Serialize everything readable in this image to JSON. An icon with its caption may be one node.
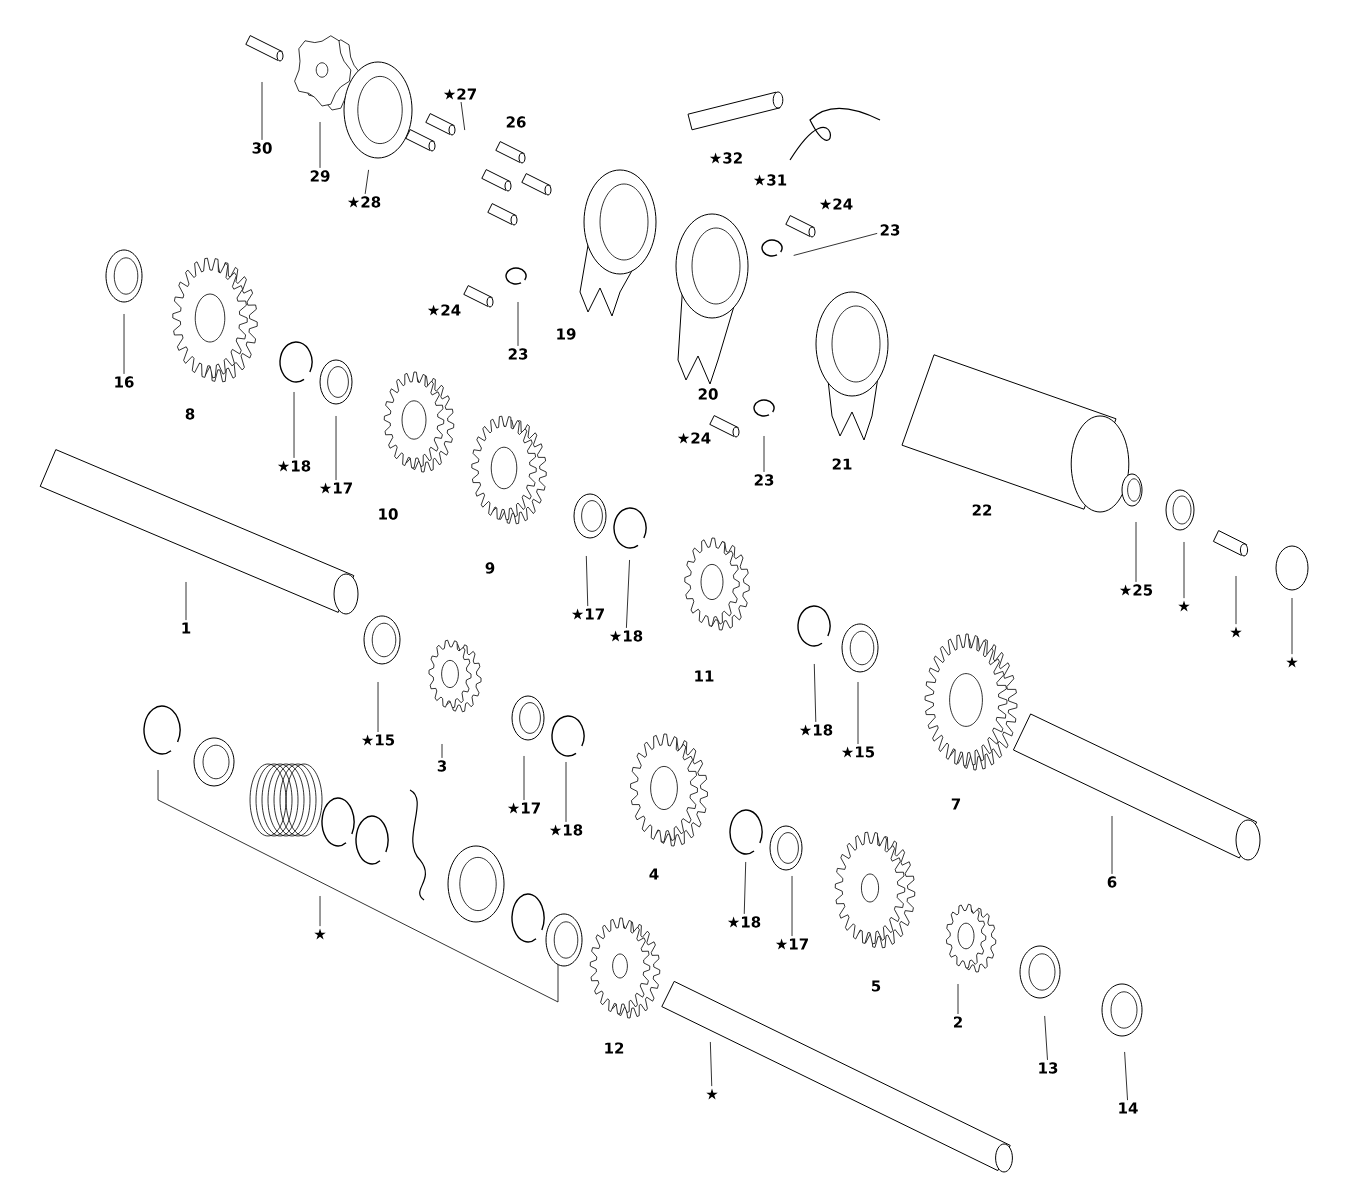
{
  "diagram": {
    "nodes": [
      {
        "text": [
          "★27"
        ]
      },
      {
        "text": [
          "30"
        ]
      },
      {
        "text": [
          "29"
        ]
      },
      {
        "text": [
          "★28"
        ]
      },
      {
        "text": [
          "23"
        ]
      },
      {
        "text": [
          "16"
        ]
      },
      {
        "text": [
          "23"
        ]
      },
      {
        "text": [
          "★18"
        ]
      },
      {
        "text": [
          "★17"
        ]
      },
      {
        "text": [
          "23"
        ]
      },
      {
        "text": [
          "★25"
        ]
      },
      {
        "text": [
          "★"
        ]
      },
      {
        "text": [
          "★17"
        ]
      },
      {
        "text": [
          "1"
        ]
      },
      {
        "text": [
          "★18"
        ]
      },
      {
        "text": [
          "★"
        ]
      },
      {
        "text": [
          "★"
        ]
      },
      {
        "text": [
          "★15"
        ]
      },
      {
        "text": [
          "3"
        ]
      },
      {
        "text": [
          "★17"
        ]
      },
      {
        "text": [
          "★18"
        ]
      },
      {
        "text": [
          "★18"
        ]
      },
      {
        "text": [
          "★15"
        ]
      },
      {
        "text": [
          "6"
        ]
      },
      {
        "text": [
          "★"
        ]
      },
      {
        "text": [
          "★18"
        ]
      },
      {
        "text": [
          "★17"
        ]
      },
      {
        "text": [
          "2"
        ]
      },
      {
        "text": [
          "13"
        ]
      },
      {
        "text": [
          "★"
        ]
      },
      {
        "text": [
          "14"
        ]
      }
    ],
    "edges": [
      {
        "from": 0,
        "to": null,
        "arrow": "none"
      },
      {
        "from": 1,
        "to": null,
        "arrow": "none"
      },
      {
        "from": 2,
        "to": null,
        "arrow": "none"
      },
      {
        "from": 3,
        "to": null,
        "arrow": "none"
      },
      {
        "from": 4,
        "to": null,
        "arrow": "none"
      },
      {
        "from": 5,
        "to": null,
        "arrow": "none"
      },
      {
        "from": 6,
        "to": null,
        "arrow": "none"
      },
      {
        "from": 7,
        "to": null,
        "arrow": "none"
      },
      {
        "from": 8,
        "to": null,
        "arrow": "none"
      },
      {
        "from": 9,
        "to": null,
        "arrow": "none"
      },
      {
        "from": 10,
        "to": null,
        "arrow": "none"
      },
      {
        "from": 11,
        "to": null,
        "arrow": "none"
      },
      {
        "from": 12,
        "to": null,
        "arrow": "none"
      },
      {
        "from": 13,
        "to": null,
        "arrow": "none"
      },
      {
        "from": 14,
        "to": null,
        "arrow": "none"
      },
      {
        "from": 15,
        "to": null,
        "arrow": "none"
      },
      {
        "from": 16,
        "to": null,
        "arrow": "none"
      },
      {
        "from": 17,
        "to": null,
        "arrow": "none"
      },
      {
        "from": 18,
        "to": null,
        "arrow": "none"
      },
      {
        "from": 19,
        "to": null,
        "arrow": "none"
      },
      {
        "from": 20,
        "to": null,
        "arrow": "none"
      },
      {
        "from": 21,
        "to": null,
        "arrow": "none"
      },
      {
        "from": 22,
        "to": null,
        "arrow": "none"
      },
      {
        "from": 23,
        "to": null,
        "arrow": "none"
      },
      {
        "from": 24,
        "to": null,
        "arrow": "none"
      },
      {
        "from": 25,
        "to": null,
        "arrow": "none"
      },
      {
        "from": 26,
        "to": null,
        "arrow": "none"
      },
      {
        "from": 27,
        "to": null,
        "arrow": "none"
      },
      {
        "from": 28,
        "to": null,
        "arrow": "none"
      },
      {
        "from": 29,
        "to": null,
        "arrow": "none"
      },
      {
        "from": 30,
        "to": null,
        "arrow": "none"
      }
    ],
    "labels": [
      "26",
      "★32",
      "★31",
      "★24",
      "★24",
      "19",
      "20",
      "8",
      "★24",
      "21",
      "10",
      "22",
      "9",
      "11",
      "7",
      "4",
      "5",
      "12"
    ]
  }
}
